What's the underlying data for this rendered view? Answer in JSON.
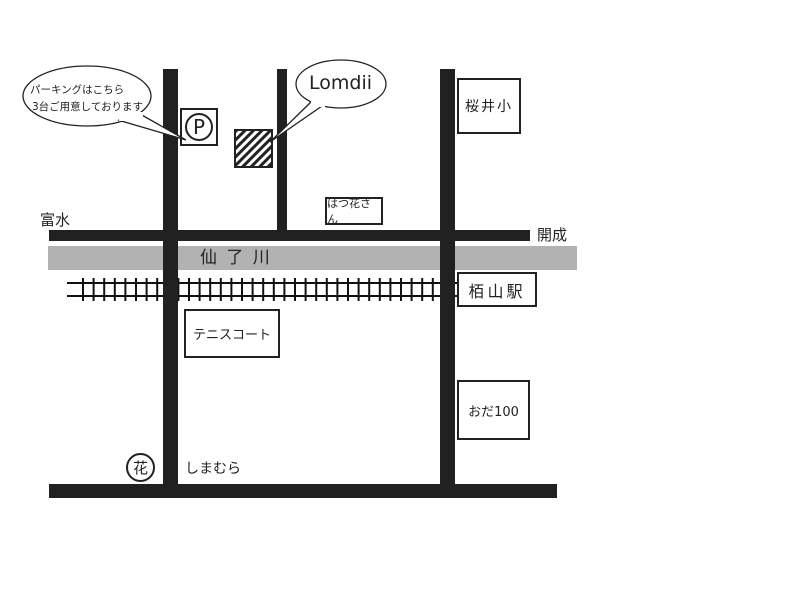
{
  "map": {
    "title": "Lomdii access map",
    "callouts": {
      "parking_line1": "パーキングはこちら",
      "parking_line2": "3台ご用意しております",
      "shop": "Lomdii"
    },
    "parking_symbol": "P",
    "landmarks": {
      "school": "桜井小",
      "hatsuhana": "はつ花さん",
      "station": "栢山駅",
      "tennis": "テニスコート",
      "oda100": "おだ100",
      "shimamura": "しまむら",
      "hana_symbol": "花"
    },
    "directions": {
      "west": "富水",
      "east": "開成"
    },
    "river": "仙 了 川",
    "colors": {
      "road": "#212121",
      "river": "#b2b2b2",
      "outline": "#222222"
    }
  }
}
